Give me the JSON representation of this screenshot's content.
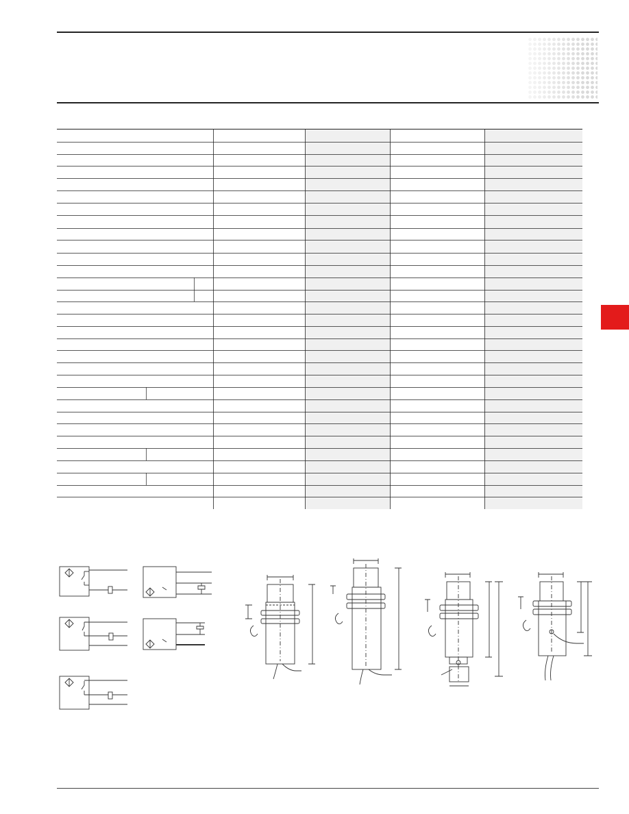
{
  "header": {
    "accent_color": "#e31b1b",
    "rule_color": "#222222"
  },
  "section_tab": {
    "color": "#e31b1b"
  },
  "spec_table": {
    "columns": 4,
    "shaded_column_color": "#f0f0f0",
    "row_count": 30
  },
  "wiring_diagrams": [
    {
      "icon": "sensor-no-switch-icon"
    },
    {
      "icon": "sensor-3wire-output-icon"
    },
    {
      "icon": "sensor-nc-switch-icon"
    },
    {
      "icon": "sensor-3wire-output-alt-icon"
    },
    {
      "icon": "sensor-changeover-switch-icon"
    }
  ],
  "dimension_drawings": [
    {
      "icon": "sensor-cable-short-drawing"
    },
    {
      "icon": "sensor-cable-long-drawing"
    },
    {
      "icon": "sensor-connector-drawing"
    },
    {
      "icon": "sensor-potentiometer-cable-drawing"
    }
  ]
}
